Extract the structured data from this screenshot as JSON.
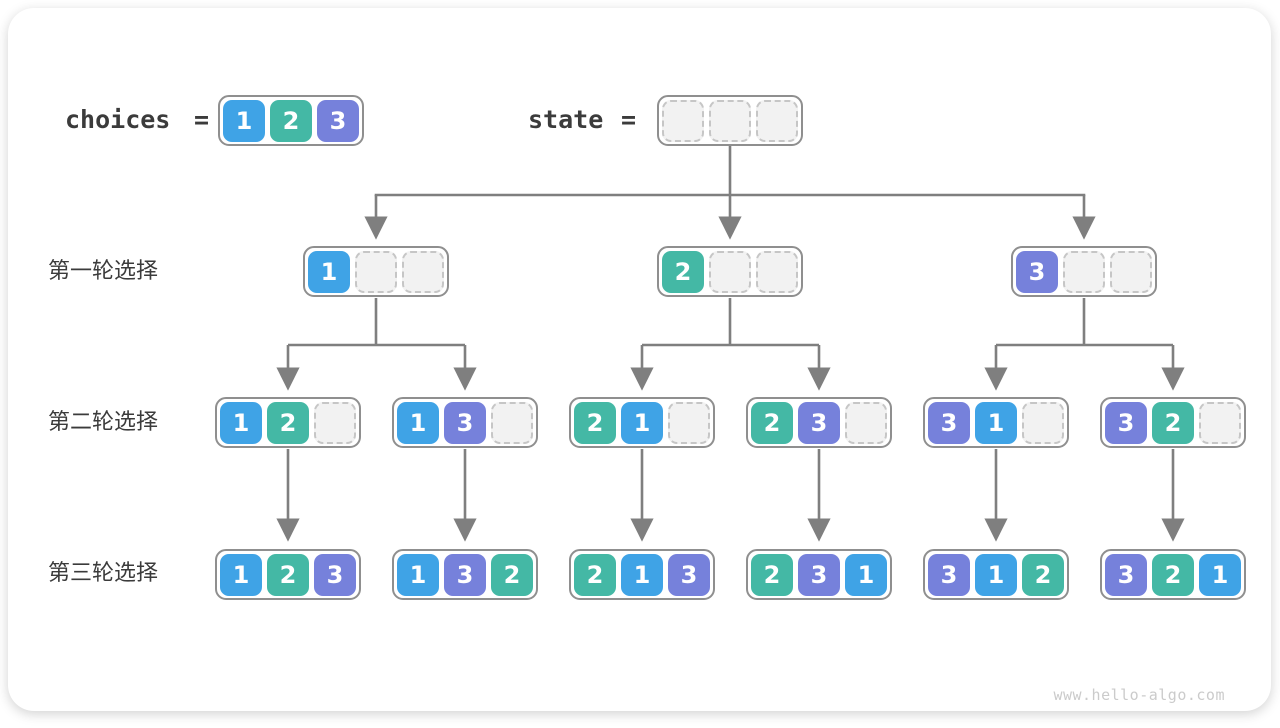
{
  "card": {
    "watermark": "www.hello-algo.com"
  },
  "colors": {
    "1": "#3fa3e6",
    "2": "#44b8a5",
    "3": "#7681db",
    "arrow": "#7f7f7f",
    "box_border": "#8f8f8f",
    "empty_cell_fill": "#f2f2f2",
    "empty_cell_border": "#c6c6c6"
  },
  "definitions": {
    "choices": {
      "label": "choices",
      "equals": "=",
      "values": [
        "1",
        "2",
        "3"
      ]
    },
    "state": {
      "label": "state",
      "equals": "=",
      "slots": 3
    }
  },
  "rounds": [
    {
      "label": "第一轮选择",
      "nodes": [
        [
          "1"
        ],
        [
          "2"
        ],
        [
          "3"
        ]
      ]
    },
    {
      "label": "第二轮选择",
      "nodes": [
        [
          "1",
          "2"
        ],
        [
          "1",
          "3"
        ],
        [
          "2",
          "1"
        ],
        [
          "2",
          "3"
        ],
        [
          "3",
          "1"
        ],
        [
          "3",
          "2"
        ]
      ]
    },
    {
      "label": "第三轮选择",
      "nodes": [
        [
          "1",
          "2",
          "3"
        ],
        [
          "1",
          "3",
          "2"
        ],
        [
          "2",
          "1",
          "3"
        ],
        [
          "2",
          "3",
          "1"
        ],
        [
          "3",
          "1",
          "2"
        ],
        [
          "3",
          "2",
          "1"
        ]
      ]
    }
  ]
}
